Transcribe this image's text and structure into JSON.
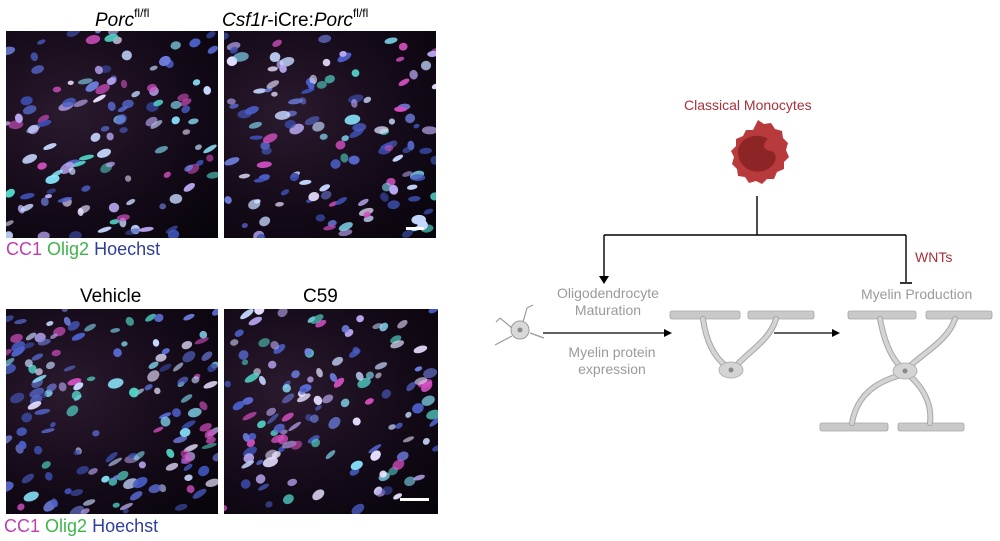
{
  "figure": {
    "top_row": {
      "left_title": {
        "italic": "Porc",
        "sup": "fl/fl"
      },
      "right_title": {
        "italic1": "Csf1r",
        "plain": "-iCre:",
        "italic2": "Porc",
        "sup": "fl/fl"
      },
      "legend": {
        "cc1": "CC1",
        "olig2": "Olig2",
        "hoechst": "Hoechst"
      }
    },
    "bottom_row": {
      "left_title": "Vehicle",
      "right_title": "C59",
      "legend": {
        "cc1": "CC1",
        "olig2": "Olig2",
        "hoechst": "Hoechst"
      }
    },
    "colors": {
      "cc1": "#c03cb0",
      "olig2": "#3fb44a",
      "hoechst": "#2f3f9a",
      "monocyte": "#b83a3c",
      "wnt": "#a8303a",
      "diagram_gray": "#9a9a9a"
    }
  },
  "diagram": {
    "monocytes_label": "Classical Monocytes",
    "wnts_label": "WNTs",
    "oligo_label_line1": "Oligodendrocyte",
    "oligo_label_line2": "Maturation",
    "myelin_protein_line1": "Myelin protein",
    "myelin_protein_line2": "expression",
    "myelin_production_label": "Myelin Production"
  }
}
